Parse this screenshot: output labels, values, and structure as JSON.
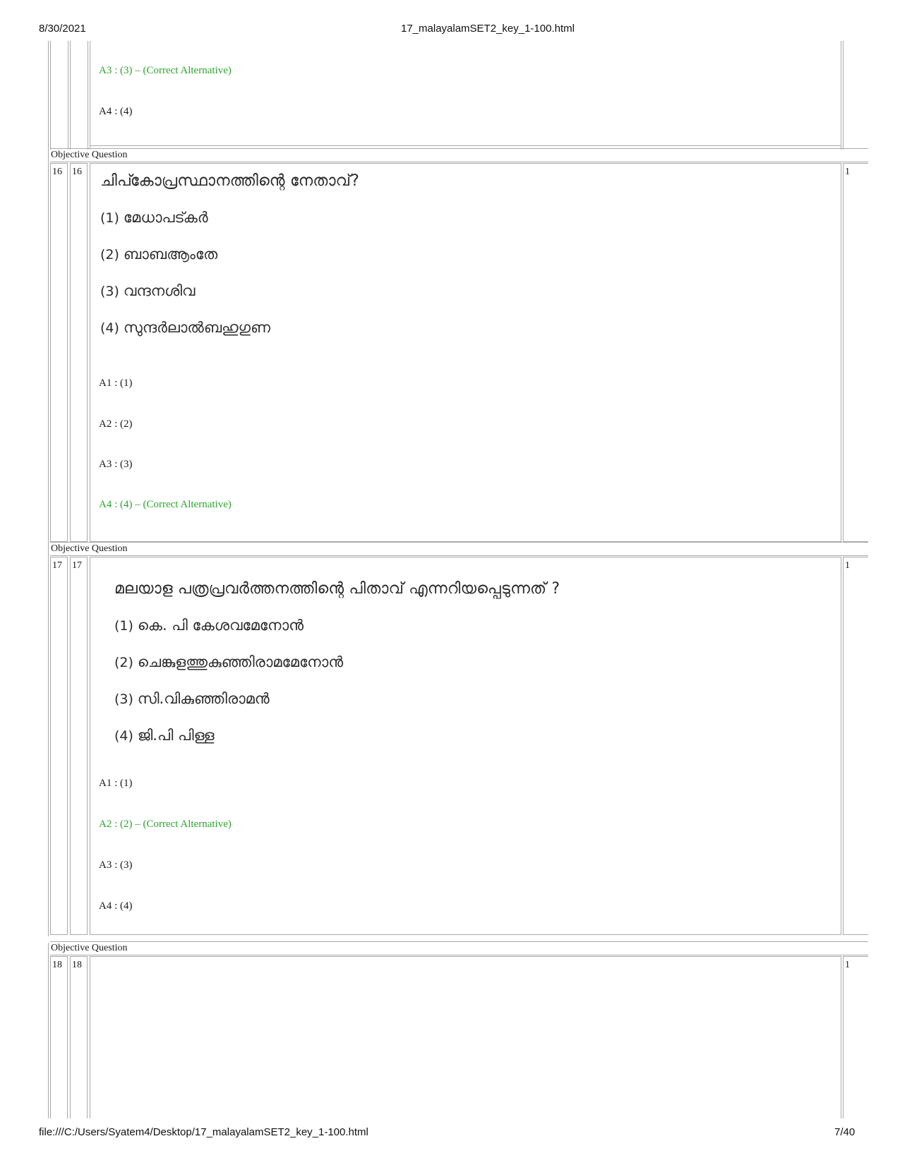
{
  "header": {
    "date": "8/30/2021",
    "title": "17_malayalamSET2_key_1-100.html"
  },
  "footer": {
    "path": "file:///C:/Users/Syatem4/Desktop/17_malayalamSET2_key_1-100.html",
    "page": "7/40"
  },
  "top_block": {
    "answers": [
      {
        "text": "A3 : (3) – (Correct Alternative)",
        "correct": true
      },
      {
        "text": "A4 : (4)",
        "correct": false
      }
    ]
  },
  "type_label": "Objective Question",
  "questions": [
    {
      "sl": "16",
      "qno": "16",
      "marks": "1",
      "text": "ചിപ്കോപ്രസ്ഥാനത്തിന്റെ നേതാവ്?",
      "options": [
        {
          "key": "(1)",
          "text": "മേധാപട്കർ"
        },
        {
          "key": "(2)",
          "text": "ബാബആംതേ"
        },
        {
          "key": "(3)",
          "text": "വന്ദനശിവ"
        },
        {
          "key": "(4)",
          "text": "സുന്ദർലാൽബഹുഗുണ"
        }
      ],
      "answers": [
        {
          "text": "A1 : (1)",
          "correct": false
        },
        {
          "text": "A2 : (2)",
          "correct": false
        },
        {
          "text": "A3 : (3)",
          "correct": false
        },
        {
          "text": "A4 : (4) – (Correct Alternative)",
          "correct": true
        }
      ]
    },
    {
      "sl": "17",
      "qno": "17",
      "marks": "1",
      "text": "മലയാള പത്രപ്രവർത്തനത്തിന്റെ പിതാവ് എന്നറിയപ്പെടുന്നത് ?",
      "options": [
        {
          "key": "(1)",
          "text": "കെ. പി കേശവമേനോൻ"
        },
        {
          "key": "(2)",
          "text": "ചെങ്കുളത്തുകുഞ്ഞിരാമമേനോൻ"
        },
        {
          "key": "(3)",
          "text": "സി.വികുഞ്ഞിരാമൻ"
        },
        {
          "key": "(4)",
          "text": "ജി.പി പിള്ള"
        }
      ],
      "answers": [
        {
          "text": "A1 : (1)",
          "correct": false
        },
        {
          "text": "A2 : (2) – (Correct Alternative)",
          "correct": true
        },
        {
          "text": "A3 : (3)",
          "correct": false
        },
        {
          "text": "A4 : (4)",
          "correct": false
        }
      ]
    },
    {
      "sl": "18",
      "qno": "18",
      "marks": "1"
    }
  ]
}
